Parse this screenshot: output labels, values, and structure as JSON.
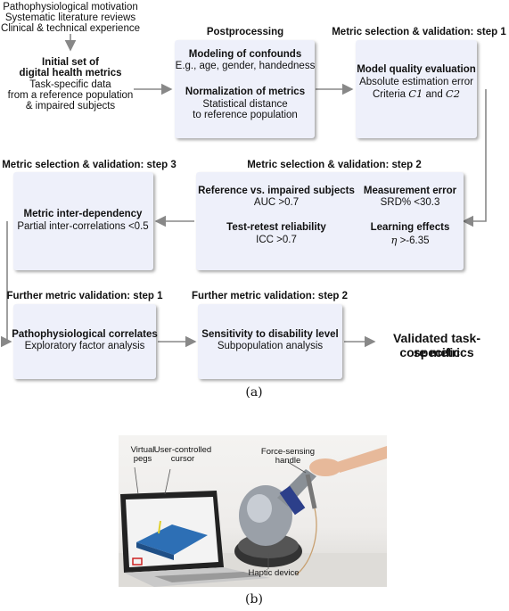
{
  "top_inputs": [
    "Pathophysiological motivation",
    "Systematic literature reviews",
    "Clinical & technical experience"
  ],
  "initial": {
    "title1": "Initial set of",
    "title2": "digital health metrics",
    "lines": [
      "Task-specific data",
      "from a reference population",
      "& impaired subjects"
    ]
  },
  "postprocessing": {
    "heading": "Postprocessing",
    "confounds_title": "Modeling of confounds",
    "confounds_text": "E.g., age, gender, handedness",
    "norm_title": "Normalization of metrics",
    "norm_text1": "Statistical distance",
    "norm_text2": "to reference population"
  },
  "step1": {
    "heading": "Metric selection & validation: step 1",
    "title": "Model quality evaluation",
    "text1": "Absolute estimation error",
    "text2_pre": "Criteria ",
    "c1": "C1",
    "and": " and ",
    "c2": "C2"
  },
  "step2": {
    "heading": "Metric selection & validation: step 2",
    "ref_title": "Reference vs. impaired subjects",
    "ref_text": "AUC >0.7",
    "meas_title": "Measurement error",
    "meas_text": "SRD% <30.3",
    "retest_title": "Test-retest reliability",
    "retest_text": "ICC >0.7",
    "learn_title": "Learning effects",
    "learn_eta": "η",
    "learn_text": " >-6.35"
  },
  "step3": {
    "heading": "Metric selection & validation: step 3",
    "title": "Metric inter-dependency",
    "text": "Partial inter-correlations <0.5"
  },
  "further1": {
    "heading": "Further metric validation: step 1",
    "title": "Pathophysiological correlates",
    "text": "Exploratory factor analysis"
  },
  "further2": {
    "heading": "Further metric validation: step 2",
    "title": "Sensitivity to disability level",
    "text": "Subpopulation analysis"
  },
  "result": {
    "line1": "Validated task-specific",
    "line2": "core metrics"
  },
  "caption_a": "(a)",
  "caption_b": "(b)",
  "photo": {
    "label_pegs1": "Virtual",
    "label_pegs2": "pegs",
    "label_cursor1": "User-controlled",
    "label_cursor2": "cursor",
    "label_handle1": "Force-sensing",
    "label_handle2": "handle",
    "label_device": "Haptic device"
  },
  "colors": {
    "box": "#eef0fa",
    "arrow": "#888888"
  }
}
